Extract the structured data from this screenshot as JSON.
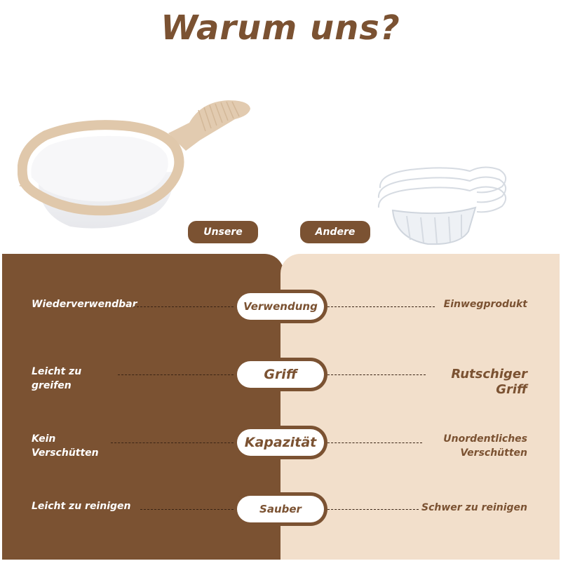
{
  "title": "Warum uns?",
  "labels": {
    "ours": "Unsere",
    "other": "Andere"
  },
  "rows": [
    {
      "center": "Verwendung",
      "left": "Wiederverwendbar",
      "right": "Einwegprodukt"
    },
    {
      "center": "Griff",
      "left": "Leicht zu greifen",
      "right": "Rutschiger Griff"
    },
    {
      "center": "Kapazität",
      "left": "Kein Verschütten",
      "right": "Unordentliches Verschütten"
    },
    {
      "center": "Sauber",
      "left": "Leicht zu reinigen",
      "right": "Schwer zu reinigen"
    }
  ],
  "colors": {
    "brown": "#7b5232",
    "beige": "#f2dfcb",
    "white": "#ffffff"
  },
  "icons": {
    "ours": "reusable-scoop-cup-image",
    "other": "disposable-cup-stack-image"
  }
}
